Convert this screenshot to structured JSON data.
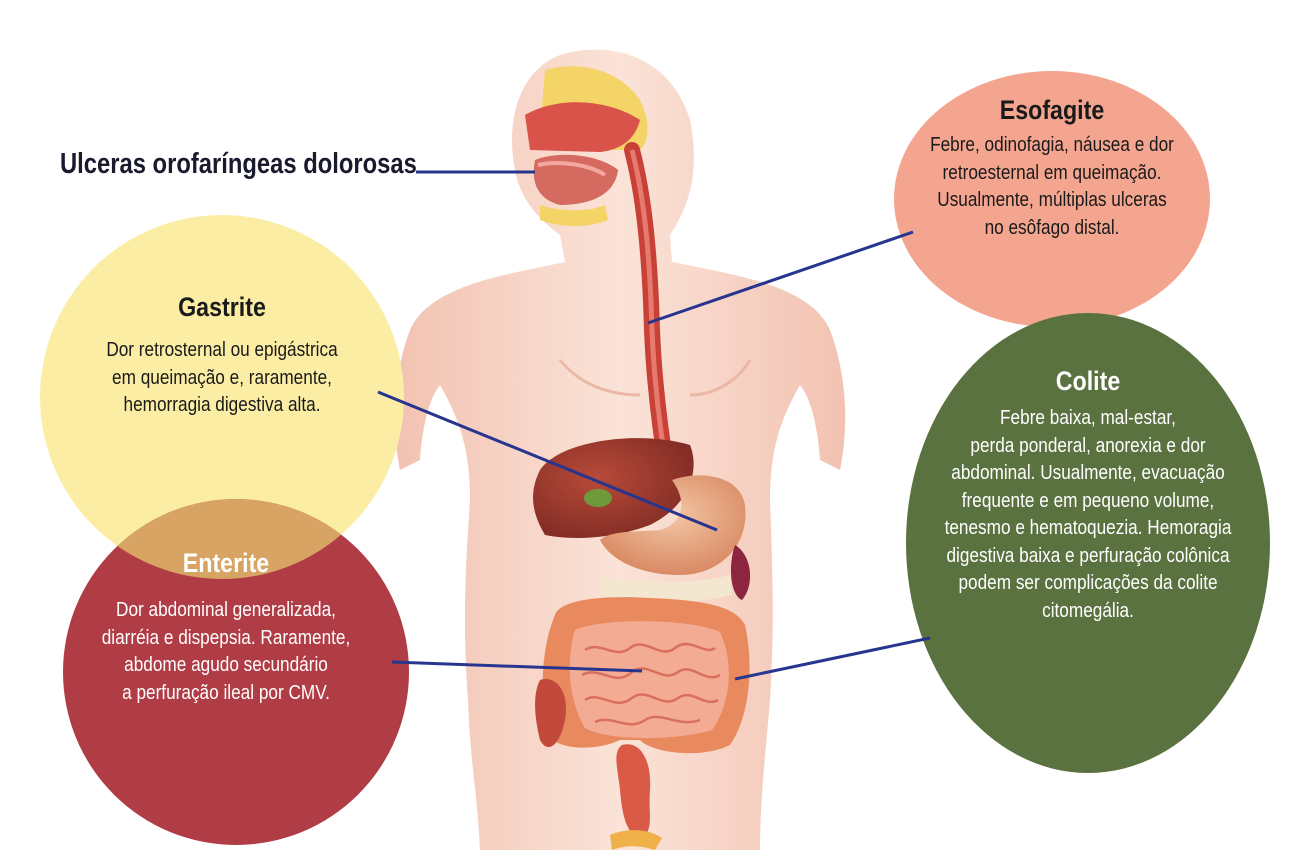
{
  "oral": {
    "label": "Ulceras orofaríngeas dolorosas"
  },
  "esofagite": {
    "title": "Esofagite",
    "lines": [
      "Febre, odinofagia, náusea e dor",
      "retroesternal em queimação.",
      "Usualmente, múltiplas ulceras",
      "no esôfago distal."
    ],
    "color": "#f4a58f"
  },
  "gastrite": {
    "title": "Gastrite",
    "lines": [
      "Dor retrosternal ou epigástrica",
      "em queimação e, raramente,",
      "hemorragia digestiva alta."
    ],
    "color": "#fbeea4"
  },
  "enterite": {
    "title": "Enterite",
    "lines": [
      "Dor abdominal generalizada,",
      "diarréia e dispepsia. Raramente,",
      "abdome agudo secundário",
      "a perfuração ileal por CMV."
    ],
    "color": "#b03c45"
  },
  "colite": {
    "title": "Colite",
    "lines": [
      "Febre baixa, mal-estar,",
      "perda ponderal, anorexia e dor",
      "abdominal. Usualmente, evacuação",
      "frequente e em pequeno volume,",
      "tenesmo e hematoquezia. Hemoragia",
      "digestiva baixa e perfuração colônica",
      "podem ser complicações da colite",
      "citomegália."
    ],
    "color": "#5a7140"
  },
  "colors": {
    "pointer_line": "#27358f",
    "skin": "#f7d3c3",
    "organ_red": "#c84b3e"
  }
}
